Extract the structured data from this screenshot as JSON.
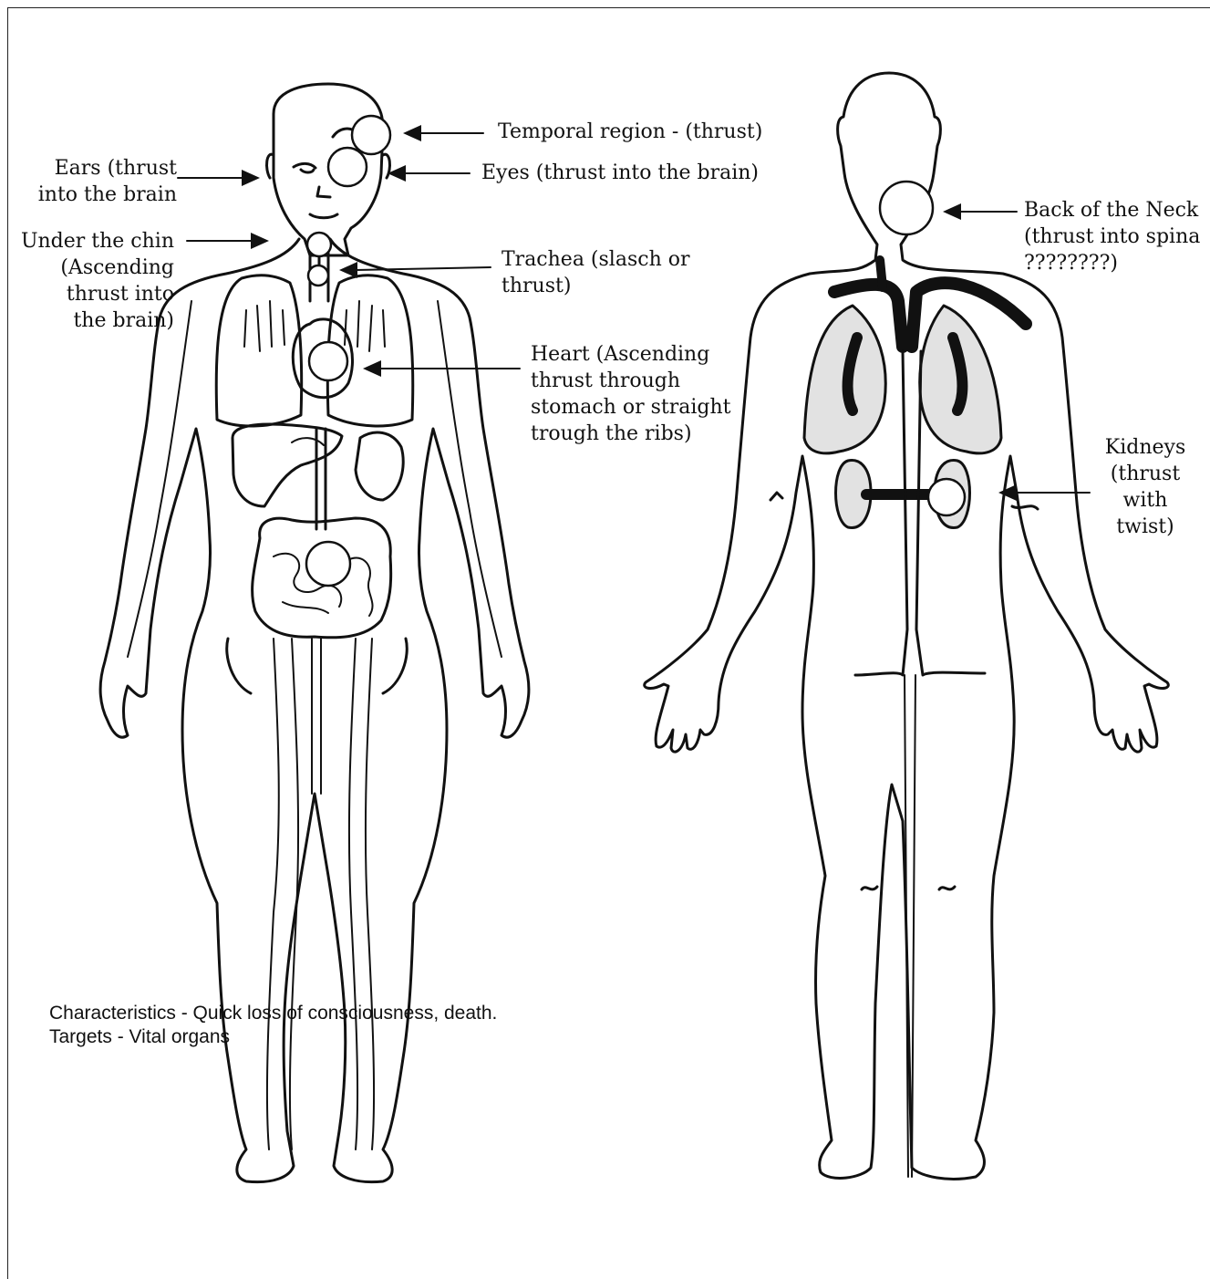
{
  "labels": {
    "temporal": "Temporal region - (thrust)",
    "eyes": "Eyes (thrust into the brain)",
    "ears": "Ears (thrust\ninto the brain",
    "chin": "Under the chin\n(Ascending\nthrust into\nthe brain)",
    "trachea": "Trachea (slasch or\nthrust)",
    "heart": "Heart (Ascending\nthrust through\nstomach or straight\ntrough  the ribs)",
    "neck": "Back of the Neck\n(thrust into spina\n????????)",
    "kidneys": "Kidneys\n(thrust\nwith\ntwist)"
  },
  "caption": {
    "line1": "Characteristics - Quick loss of consciousness, death.",
    "line2": "Targets - Vital organs"
  }
}
